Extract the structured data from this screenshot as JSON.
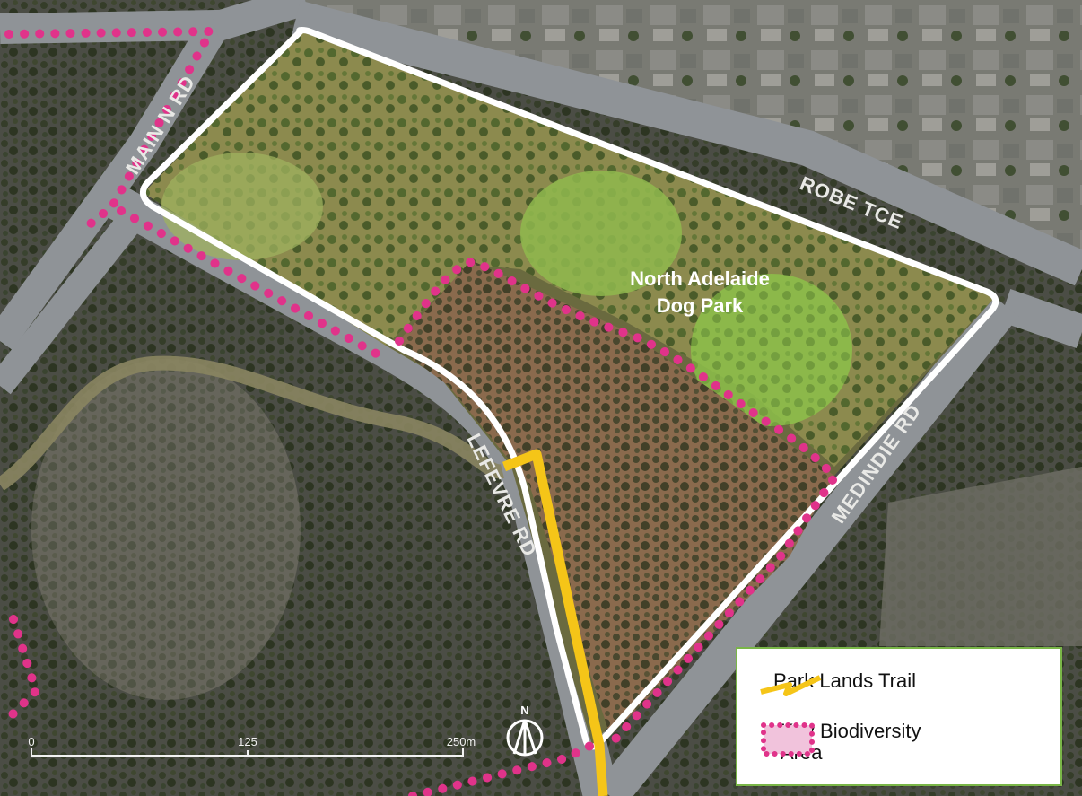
{
  "map": {
    "area_label_line1": "North Adelaide",
    "area_label_line2": "Dog Park",
    "roads": {
      "main_n_rd": "MAIN N RD",
      "robe_tce": "ROBE TCE",
      "lefevre_rd": "LEFEVRE RD",
      "medindie_rd": "MEDINDIE RD"
    },
    "north_arrow": "N",
    "scale": {
      "ticks": [
        "0",
        "125",
        "250m"
      ]
    }
  },
  "legend": {
    "items": [
      {
        "label": "Park Lands Trail",
        "icon": "yellow-zigzag-line",
        "color": "#f5c518"
      },
      {
        "label_line1": "Key Biodiversity",
        "label_line2": "Area",
        "icon": "pink-dotted-box",
        "color": "#e0338a"
      }
    ]
  },
  "colors": {
    "park_boundary": "#ffffff",
    "trail": "#f5c518",
    "biodiversity": "#e0338a",
    "legend_border": "#7ab648"
  }
}
